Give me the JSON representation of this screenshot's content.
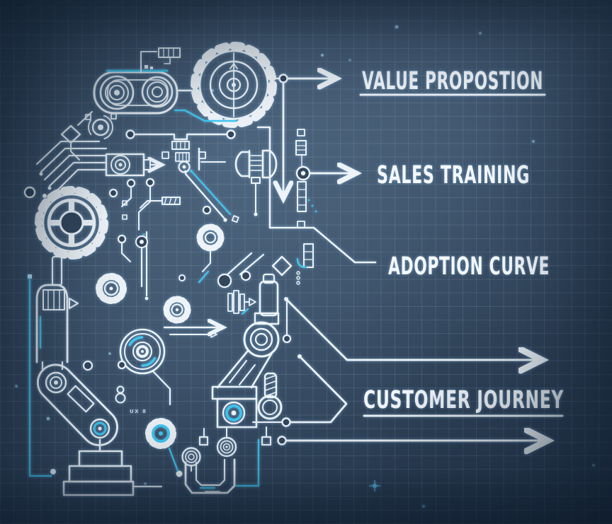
{
  "scene": {
    "type": "blueprint-illustration",
    "description": "Hand-drawn white-line machine of gears, circuits and robot arms on a dark blue grid blueprint, with four handwritten callout labels and arrows"
  },
  "labels": {
    "value_proposition": "VALUE PROPOSTION",
    "sales_training": "SALES TRAINING",
    "adoption_curve": "ADOPTION CURVE",
    "customer_journey": "CUSTOMER JOURNEY"
  },
  "machine": {
    "tiny_label": "UX 8"
  },
  "colors": {
    "background": "#32465c",
    "line": "#edf3f8",
    "accent_cyan": "#3dc6ef",
    "grid": "#4a6076"
  }
}
